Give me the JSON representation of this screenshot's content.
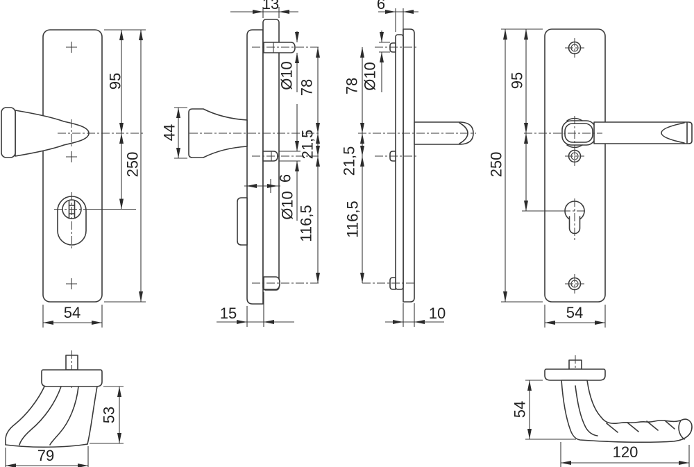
{
  "title": "Door security fitting technical drawing",
  "views": {
    "exterior_front": {
      "label": "exterior-plate-front-view",
      "dim_top_to_center": "95",
      "dim_total_height": "250",
      "dim_width": "54"
    },
    "exterior_side": {
      "label": "exterior-plate-side-view",
      "dim_plate_thickness": "13",
      "dim_knob_height": "44",
      "dim_top_hole_dia": "Ø10",
      "dim_top_hole_to_center": "78",
      "dim_center_to_mid_hole": "21,5",
      "dim_mid_hole_offset": "6",
      "dim_mid_hole_dia": "Ø10",
      "dim_mid_to_bottom_hole": "116,5",
      "dim_base_depth": "15"
    },
    "interior_side": {
      "label": "interior-plate-side-view",
      "dim_strip_thickness": "6",
      "dim_top_hole_dia": "Ø10",
      "dim_top_hole_to_center": "78",
      "dim_center_to_mid_hole": "21,5",
      "dim_mid_to_bottom_hole": "116,5",
      "dim_plate_thickness": "10"
    },
    "interior_front": {
      "label": "interior-plate-front-view",
      "dim_top_to_center": "95",
      "dim_total_height": "250",
      "dim_width": "54"
    },
    "knob_profile": {
      "label": "knob-handle-profile-view",
      "dim_height": "53",
      "dim_depth": "79"
    },
    "lever_profile": {
      "label": "lever-handle-profile-view",
      "dim_height": "54",
      "dim_length": "120"
    }
  }
}
